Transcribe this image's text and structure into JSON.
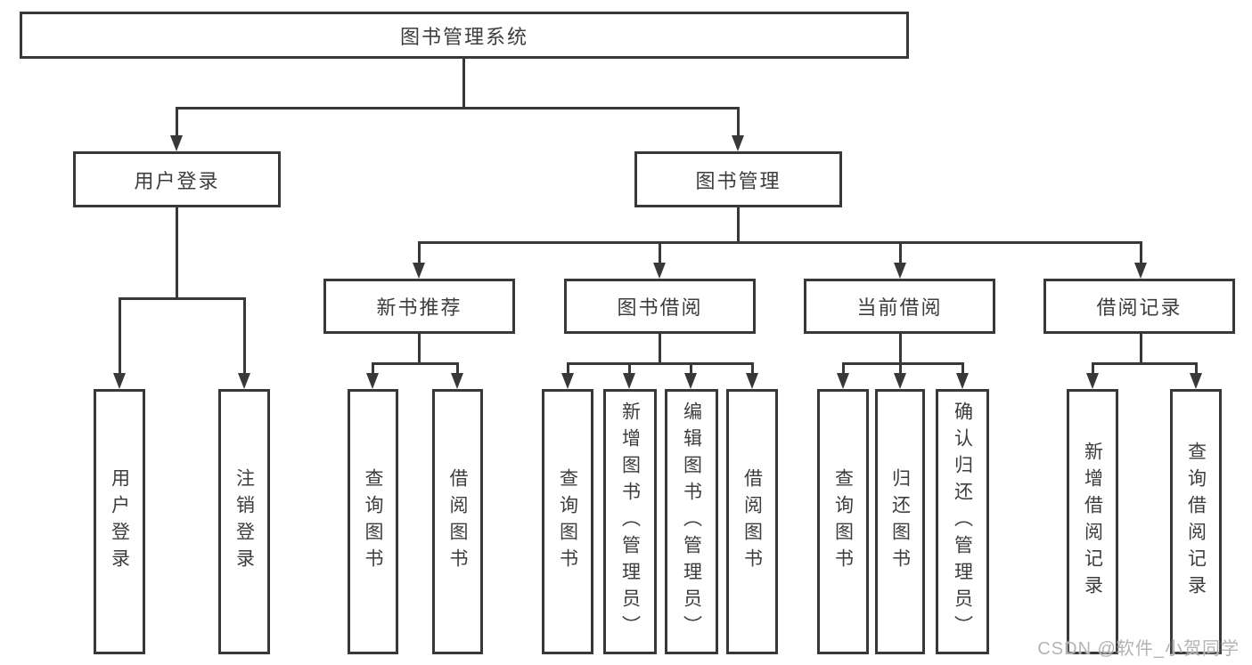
{
  "diagram": {
    "root": {
      "label": "图书管理系统"
    },
    "branches": [
      {
        "label": "用户登录",
        "children": [
          {
            "label": "用户登录"
          },
          {
            "label": "注销登录"
          }
        ]
      },
      {
        "label": "图书管理",
        "groups": [
          {
            "label": "新书推荐",
            "children": [
              {
                "label": "查询图书"
              },
              {
                "label": "借阅图书"
              }
            ]
          },
          {
            "label": "图书借阅",
            "children": [
              {
                "label": "查询图书"
              },
              {
                "label": "新增图书（管理员）"
              },
              {
                "label": "编辑图书（管理员）"
              },
              {
                "label": "借阅图书"
              }
            ]
          },
          {
            "label": "当前借阅",
            "children": [
              {
                "label": "查询图书"
              },
              {
                "label": "归还图书"
              },
              {
                "label": "确认归还（管理员）"
              }
            ]
          },
          {
            "label": "借阅记录",
            "children": [
              {
                "label": "新增借阅记录"
              },
              {
                "label": "查询借阅记录"
              }
            ]
          }
        ]
      }
    ]
  },
  "watermark": {
    "text": "CSDN @软件_小贺同学"
  },
  "colors": {
    "line": "#383838",
    "text": "#3d3d3d",
    "background": "#ffffff",
    "watermark": "#b3b3b3"
  }
}
